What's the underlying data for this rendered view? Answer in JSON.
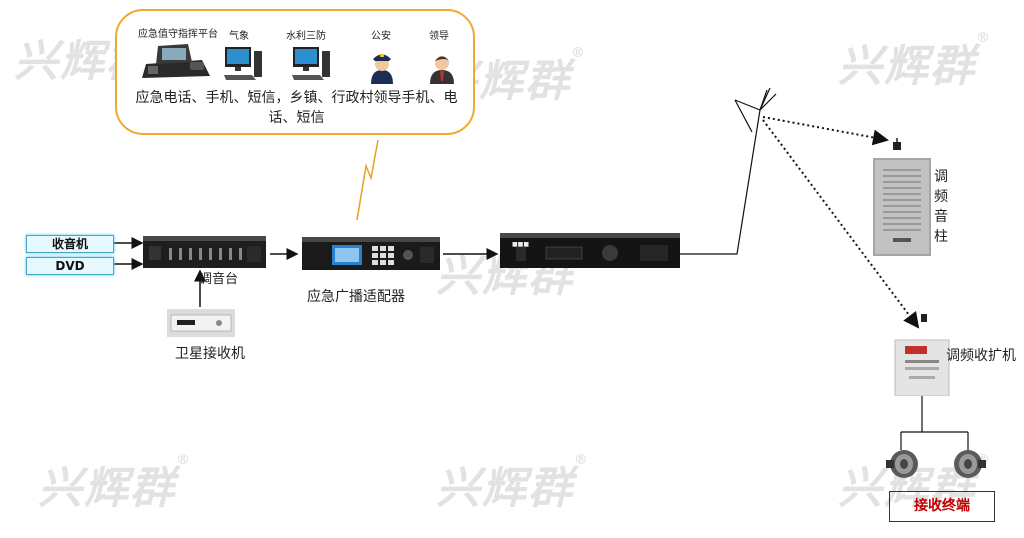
{
  "watermark": "兴辉群",
  "watermark_mark": "®",
  "command_cloud": {
    "items": [
      {
        "label": "应急值守指挥平台",
        "icon": "telephone-console-icon"
      },
      {
        "label": "气象",
        "icon": "desktop-computer-icon"
      },
      {
        "label": "水利三防",
        "icon": "desktop-computer-icon"
      },
      {
        "label": "公安",
        "icon": "police-officer-icon"
      },
      {
        "label": "领导",
        "icon": "leader-person-icon"
      }
    ],
    "text": "应急电话、手机、短信，乡镇、行政村领导手机、电话、短信"
  },
  "sources": {
    "radio": "收音机",
    "dvd": "DVD",
    "satellite": "卫星接收机"
  },
  "devices": {
    "mixer": "调音台",
    "adapter": "应急广播适配器"
  },
  "receivers": {
    "fm_column": "调频音柱",
    "fm_amplifier": "调频收扩机"
  },
  "terminal": "接收终端",
  "colors": {
    "cloud_border": "#f0a830",
    "source_fill": "#e8f8ff",
    "source_border": "#46a6c8",
    "terminal_text": "#c00000",
    "lightning": "#e8a020"
  }
}
